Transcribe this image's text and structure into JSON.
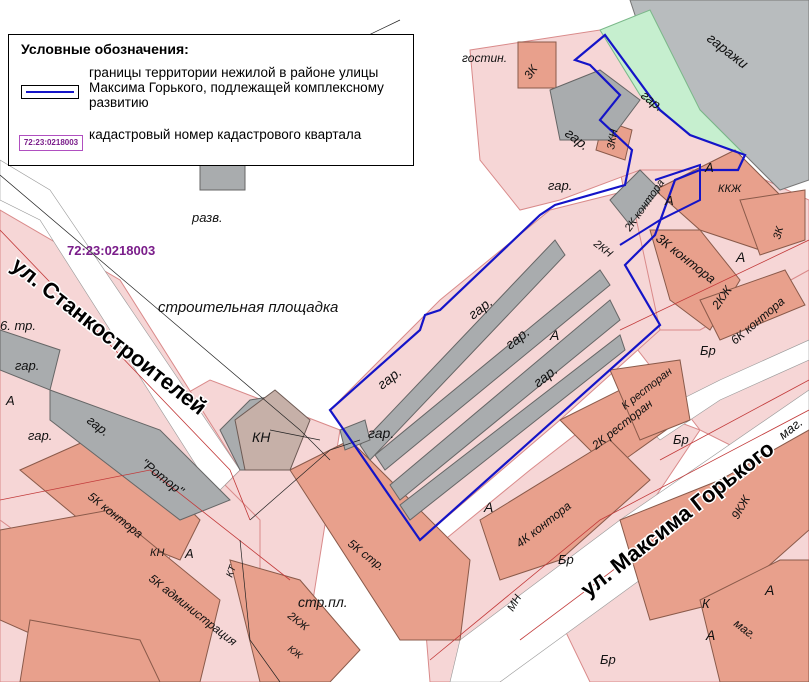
{
  "legend": {
    "title": "Условные обозначения:",
    "boundary_text": "границы территории нежилой в районе улицы Максима Горького, подлежащей комплексному развитию",
    "cadastral_sample": "72:23:0218003",
    "cadastral_text": "кадастровый номер кадастрового квартала",
    "boundary_color": "#1414c8",
    "cadastral_color": "#7a1d8a"
  },
  "map": {
    "cadastral_number": "72:23:0218003",
    "streets": {
      "stankostroiteley": "ул. Станкостроителей",
      "maxima_gorkogo": "ул. Максима Горького"
    },
    "labels": {
      "gostin": "гостин.",
      "garazhi": "гаражи",
      "zk_top": "3К",
      "gar_top1": "гар.",
      "gar_top2": "гар.",
      "zkn": "3КН",
      "gar_mid": "гар.",
      "razv": "разв.",
      "stroit": "строительная площадка",
      "kkzh": "ККЖ",
      "a_top": "А",
      "zk_kontora_small": "3К",
      "kontora_small": "контора",
      "a_mid1": "А",
      "a_right": "А",
      "zk_kontora": "3К контора",
      "twokn": "2КН",
      "twok_kontora": "2К контора",
      "gar_b1": "гар.",
      "gar_b2": "гар.",
      "gar_b3": "гар.",
      "gar_b4": "гар.",
      "gar_b5": "гар.",
      "a_block": "А",
      "twokzh": "2КЖ",
      "sixk_kontora": "6К контора",
      "br1": "Бр",
      "kn_left": "КН",
      "k_restoran": "К ресторан",
      "twok_restoran": "2К ресторан",
      "br2": "Бр",
      "mag_right": "маг.",
      "a_lower": "А",
      "fourk_kontora": "4К контора",
      "fivek_str": "5К стр.",
      "str_pl": "стр.пл.",
      "ninekzh": "9КЖ",
      "a_far": "А",
      "k_right": "К",
      "a_bottom": "А",
      "mag_bottom": "маг.",
      "br3": "Бр",
      "br4": "Бр",
      "mn": "МН",
      "sixb_tr": "6. тр.",
      "gar_left1": "гар.",
      "a_left": "А",
      "gar_left2": "гар.",
      "gar_left3": "гар.",
      "rotor": "\"Ротор\"",
      "fivek_kontora": "5К контора",
      "kn_small": "КН",
      "a_small": "А",
      "fivek_admin": "5К администрация",
      "twokzh_b": "2КЖ",
      "kzh_b": "КЖ",
      "kt": "КТ"
    }
  }
}
